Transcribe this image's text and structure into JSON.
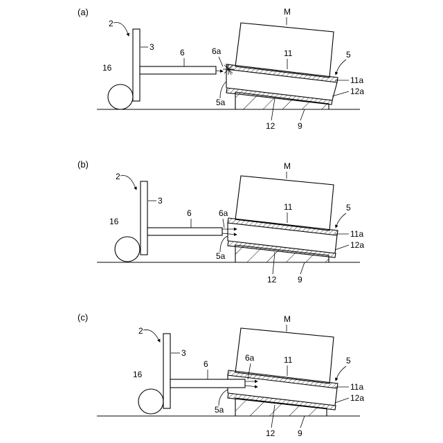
{
  "labels": {
    "a": {
      "panel": "(a)",
      "cart": "2",
      "plate": "3",
      "wheel": "16",
      "rod": "6",
      "rod_tip": "6a",
      "object": "M",
      "top_plate": "11",
      "top_surface": "11a",
      "lower_plate": "12",
      "lower_surface": "12a",
      "frame": "5",
      "opening": "5a",
      "base": "9"
    },
    "b": {
      "panel": "(b)",
      "cart": "2",
      "plate": "3",
      "wheel": "16",
      "rod": "6",
      "rod_tip": "6a",
      "object": "M",
      "top_plate": "11",
      "top_surface": "11a",
      "lower_plate": "12",
      "lower_surface": "12a",
      "frame": "5",
      "opening": "5a",
      "base": "9"
    },
    "c": {
      "panel": "(c)",
      "cart": "2",
      "plate": "3",
      "wheel": "16",
      "rod": "6",
      "rod_tip": "6a",
      "object": "M",
      "top_plate": "11",
      "top_surface": "11a",
      "lower_plate": "12",
      "lower_surface": "12a",
      "frame": "5",
      "opening": "5a",
      "base": "9"
    }
  }
}
